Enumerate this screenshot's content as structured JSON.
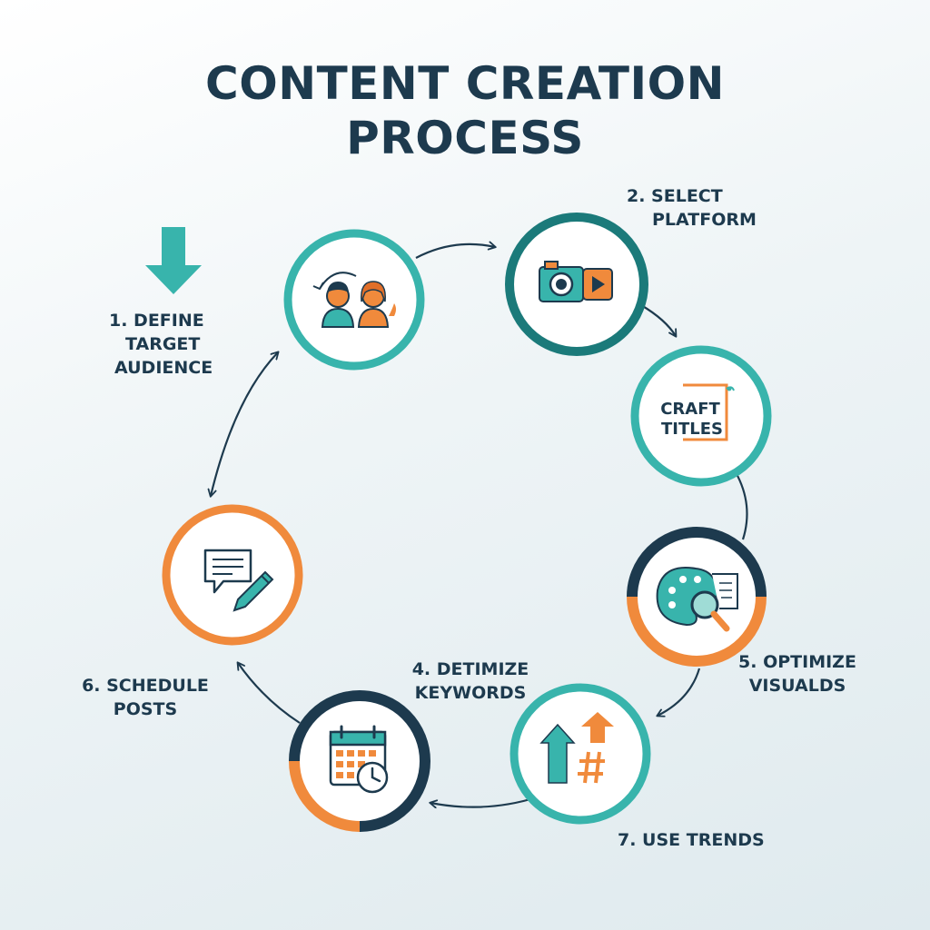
{
  "title": {
    "line1": "CONTENT CREATION",
    "line2": "PROCESS"
  },
  "colors": {
    "teal": "#38b4ac",
    "dark_teal": "#1b7a7a",
    "navy": "#1d3a4e",
    "orange": "#f08a3c",
    "white": "#ffffff"
  },
  "nodes": [
    {
      "id": "audience",
      "icon": "audience-icon",
      "label_lines": [
        "1. DEFINE",
        "TARGET",
        "AUDIENCE"
      ]
    },
    {
      "id": "platform",
      "icon": "camera-video-icon",
      "label_lines": [
        "2. SELECT",
        "PLATFORM"
      ]
    },
    {
      "id": "titles",
      "icon": "craft-titles-icon",
      "icon_text": [
        "CRAFT",
        "TITLES"
      ]
    },
    {
      "id": "visuals",
      "icon": "palette-search-icon",
      "label_lines": [
        "5. OPTIMIZE",
        "VISUALDS"
      ]
    },
    {
      "id": "trends",
      "icon": "trend-hashtag-icon",
      "label_lines": [
        "7. USE TRENDS"
      ]
    },
    {
      "id": "schedule",
      "icon": "calendar-clock-icon",
      "label_lines": [
        "4. DETIMIZE",
        "KEYWORDS"
      ]
    },
    {
      "id": "posts",
      "icon": "chat-pencil-icon",
      "label_lines": [
        "6. SCHEDULE",
        "POSTS"
      ]
    }
  ],
  "start_icon": "down-arrow-icon"
}
